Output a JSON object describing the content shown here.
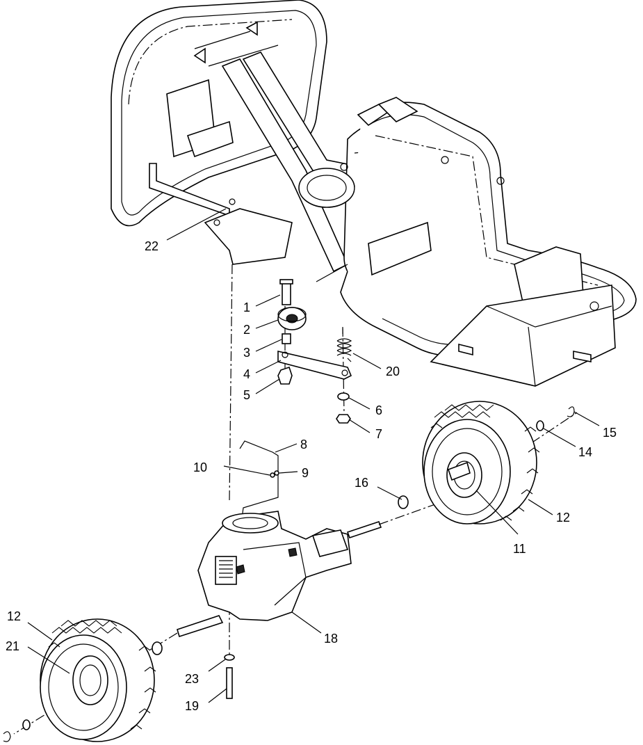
{
  "callouts": [
    {
      "id": "c1",
      "label": "1"
    },
    {
      "id": "c2",
      "label": "2"
    },
    {
      "id": "c3",
      "label": "3"
    },
    {
      "id": "c4",
      "label": "4"
    },
    {
      "id": "c5",
      "label": "5"
    },
    {
      "id": "c6",
      "label": "6"
    },
    {
      "id": "c7",
      "label": "7"
    },
    {
      "id": "c8",
      "label": "8"
    },
    {
      "id": "c9",
      "label": "9"
    },
    {
      "id": "c10",
      "label": "10"
    },
    {
      "id": "c11",
      "label": "11"
    },
    {
      "id": "c12a",
      "label": "12"
    },
    {
      "id": "c12b",
      "label": "12"
    },
    {
      "id": "c14",
      "label": "14"
    },
    {
      "id": "c15",
      "label": "15"
    },
    {
      "id": "c16",
      "label": "16"
    },
    {
      "id": "c18",
      "label": "18"
    },
    {
      "id": "c19",
      "label": "19"
    },
    {
      "id": "c20",
      "label": "20"
    },
    {
      "id": "c21",
      "label": "21"
    },
    {
      "id": "c22",
      "label": "22"
    },
    {
      "id": "c23",
      "label": "23"
    }
  ]
}
